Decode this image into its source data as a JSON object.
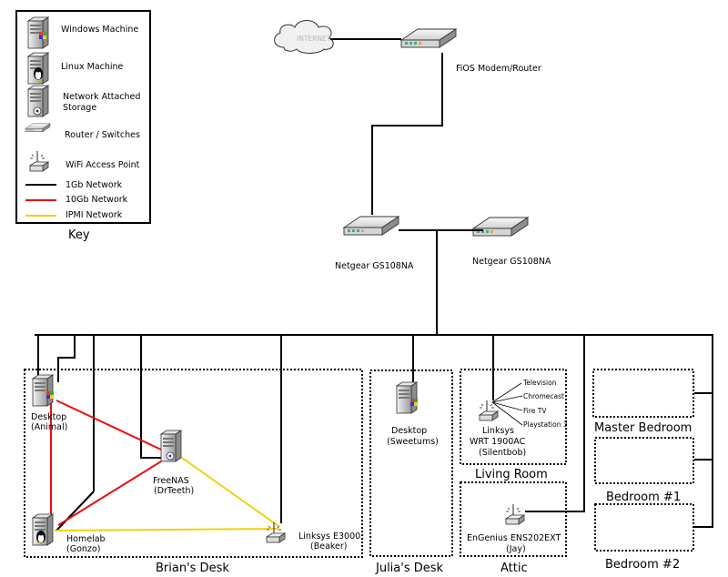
{
  "key": {
    "title": "Key",
    "items": [
      {
        "icon": "windows-machine-icon",
        "label": "Windows Machine"
      },
      {
        "icon": "linux-machine-icon",
        "label": "Linux Machine"
      },
      {
        "icon": "nas-icon",
        "label_line1": "Network Attached",
        "label_line2": "Storage"
      },
      {
        "icon": "router-switch-icon",
        "label": "Router / Switches"
      },
      {
        "icon": "wifi-access-point-icon",
        "label": "WiFi Access Point"
      }
    ],
    "lines": [
      {
        "label": "1Gb Network",
        "color": "#000000"
      },
      {
        "label": "10Gb Network",
        "color": "#e81010"
      },
      {
        "label": "IPMI Network",
        "color": "#f2d10c"
      }
    ]
  },
  "internet": {
    "label": "INTERNET"
  },
  "devices": {
    "fios": {
      "label": "FiOS Modem/Router"
    },
    "switch1": {
      "label": "Netgear GS108NA"
    },
    "switch2": {
      "label": "Netgear GS108NA"
    },
    "animal": {
      "line1": "Desktop",
      "line2": "(Animal)"
    },
    "drteeth": {
      "line1": "FreeNAS",
      "line2": "(DrTeeth)"
    },
    "gonzo": {
      "line1": "Homelab",
      "line2": "(Gonzo)"
    },
    "beaker": {
      "line1": "Linksys E3000",
      "line2": "(Beaker)"
    },
    "sweetums": {
      "line1": "Desktop",
      "line2": "(Sweetums)"
    },
    "silentbob": {
      "line1": "Linksys",
      "line2": "WRT 1900AC",
      "line3": "(Silentbob)"
    },
    "jay": {
      "line1": "EnGenius ENS202EXT",
      "line2": "(Jay)"
    }
  },
  "wireless_clients": [
    "Television",
    "Chromecast",
    "Fire TV",
    "Playstation 3"
  ],
  "rooms": {
    "brians_desk": "Brian's Desk",
    "julias_desk": "Julia's Desk",
    "living_room": "Living Room",
    "attic": "Attic",
    "master_bedroom": "Master Bedroom",
    "bedroom1": "Bedroom #1",
    "bedroom2": "Bedroom #2"
  },
  "colors": {
    "gb1": "#000000",
    "gb10": "#e81010",
    "ipmi": "#f2d10c"
  }
}
